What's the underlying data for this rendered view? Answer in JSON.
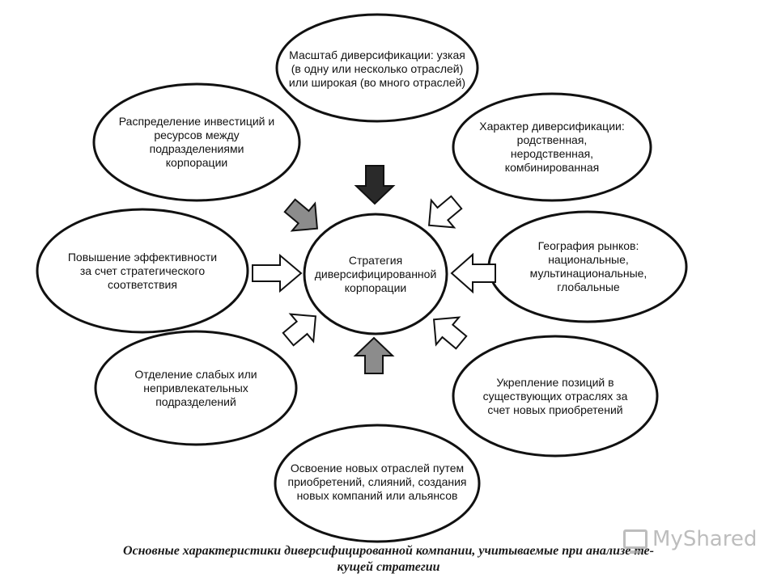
{
  "diagram": {
    "center": {
      "label": "Стратегия диверсифицированной корпорации"
    },
    "nodes": [
      {
        "id": "top",
        "label": "Масштаб диверсификации: узкая (в одну или несколько отраслей) или широкая (во много отраслей)"
      },
      {
        "id": "top-right",
        "label": "Характер диверсификации: родственная, неродственная, комбинированная"
      },
      {
        "id": "right",
        "label": "География рынков: национальные, мультинациональные, глобальные"
      },
      {
        "id": "bottom-right",
        "label": "Укрепление позиций в существующих отраслях за счет новых приобретений"
      },
      {
        "id": "bottom",
        "label": "Освоение новых отраслей путем приобретений, слияний, создания новых компаний или альянсов"
      },
      {
        "id": "bottom-left",
        "label": "Отделение слабых или непривлекательных подразделений"
      },
      {
        "id": "left",
        "label": "Повышение эффективности за счет стратегического соответствия"
      },
      {
        "id": "top-left",
        "label": "Распределение инвестиций и ресурсов между подразделениями корпорации"
      }
    ]
  },
  "caption": {
    "line1": "Основные характеристики диверсифицированной компании, учитываемые при анализе те-",
    "line2": "кущей стратегии"
  },
  "watermark": {
    "text": "MyShared"
  },
  "colors": {
    "ink": "#111111",
    "arrow_dark": "#2a2a2a",
    "arrow_gray": "#8c8c8c",
    "arrow_white": "#ffffff"
  }
}
